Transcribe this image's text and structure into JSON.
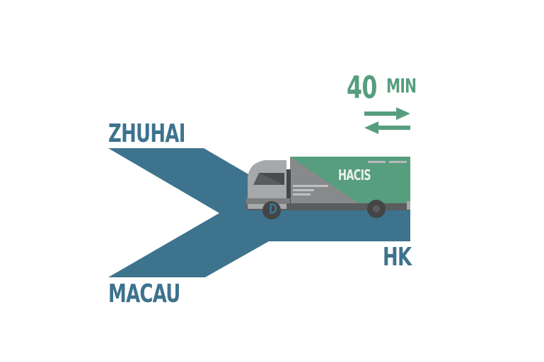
{
  "colors": {
    "route_blue": "#3d738d",
    "accent_green": "#569e7e",
    "truck_gray_light": "#a7a8aa",
    "truck_gray_mid": "#88898b",
    "truck_gray_dark": "#5b5c5e",
    "wheel_dark": "#444546"
  },
  "labels": {
    "origin_top": "ZHUHAI",
    "origin_bottom": "MACAU",
    "destination": "HK"
  },
  "travel_time": {
    "value": "40",
    "unit": "MIN"
  },
  "truck": {
    "brand": "HACIS",
    "cab_logo": "D"
  },
  "icons": {
    "swap": "two-way-arrows-icon"
  }
}
